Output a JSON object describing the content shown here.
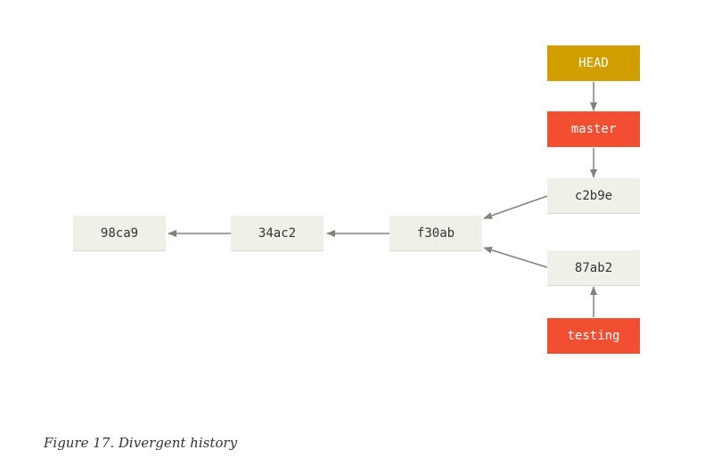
{
  "diagram": {
    "commits": {
      "c1": "98ca9",
      "c2": "34ac2",
      "c3": "f30ab",
      "c4": "c2b9e",
      "c5": "87ab2"
    },
    "pointers": {
      "head": "HEAD",
      "master": "master",
      "testing": "testing"
    },
    "colors": {
      "commit_fill": "#f0efe8",
      "head_fill": "#d19e00",
      "branch_fill": "#f14e32",
      "arrow": "#85817b"
    }
  },
  "caption": "Figure 17. Divergent history"
}
